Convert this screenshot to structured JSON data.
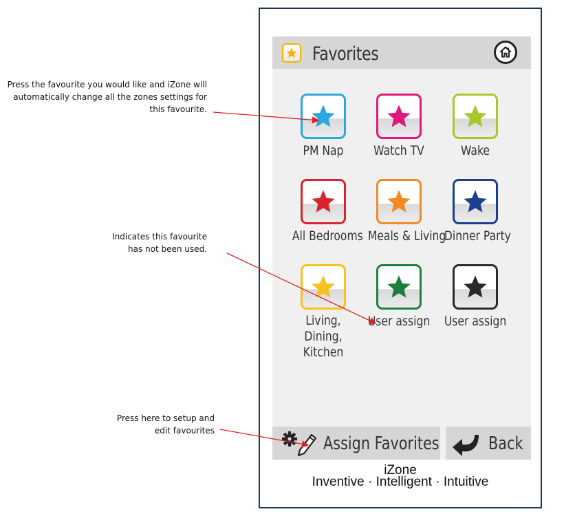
{
  "annotations": {
    "favourite": [
      "Press the favourite you would like and iZone will",
      "automatically change all the zones settings for",
      "this favourite."
    ],
    "unused": [
      "Indicates this favourite",
      "has not been used."
    ],
    "setup": [
      "Press here to setup and",
      "edit favourites"
    ]
  },
  "header": {
    "title": "Favorites",
    "icon": "star-icon",
    "home_icon": "home-icon"
  },
  "favorites": [
    {
      "label": "PM Nap",
      "color": "#2ca8e0"
    },
    {
      "label": "Watch TV",
      "color": "#e0177f"
    },
    {
      "label": "Wake",
      "color": "#a8c82a"
    },
    {
      "label": "All Bedrooms",
      "color": "#d9232e"
    },
    {
      "label": "Meals & Living",
      "color": "#f08a24"
    },
    {
      "label": "Dinner Party",
      "color": "#1c3f8f"
    },
    {
      "label": "Living, Dining, Kitchen",
      "color": "#f6c21c"
    },
    {
      "label": "User assign",
      "color": "#1e7f3a"
    },
    {
      "label": "User assign",
      "color": "#2a2a2a"
    }
  ],
  "buttons": {
    "assign": "Assign Favorites",
    "back": "Back"
  },
  "footer": {
    "brand": "iZone",
    "tagline": "Inventive · Intelligent · Intuitive"
  },
  "colors": {
    "frame": "#1f3552",
    "arrow": "#e02020",
    "header_star": "#f4b400"
  }
}
